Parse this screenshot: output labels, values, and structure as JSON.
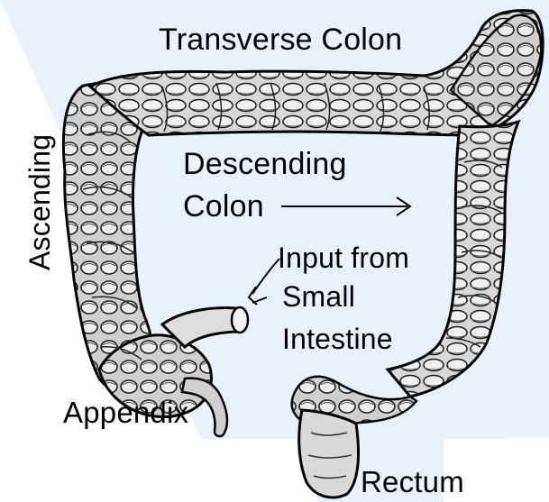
{
  "labels": {
    "transverse_colon": "Transverse Colon",
    "descending_colon_line1": "Descending",
    "descending_colon_line2": "Colon",
    "ascending": "Ascending",
    "input_line1": "Input from",
    "input_line2": "Small",
    "input_line3": "Intestine",
    "appendix": "Appendix",
    "rectum": "Rectum"
  },
  "colors": {
    "background_panel": "#e9f2fa",
    "ink": "#000000",
    "tissue_fill": "#d4d4d4",
    "tissue_light": "#f2f2f2"
  }
}
